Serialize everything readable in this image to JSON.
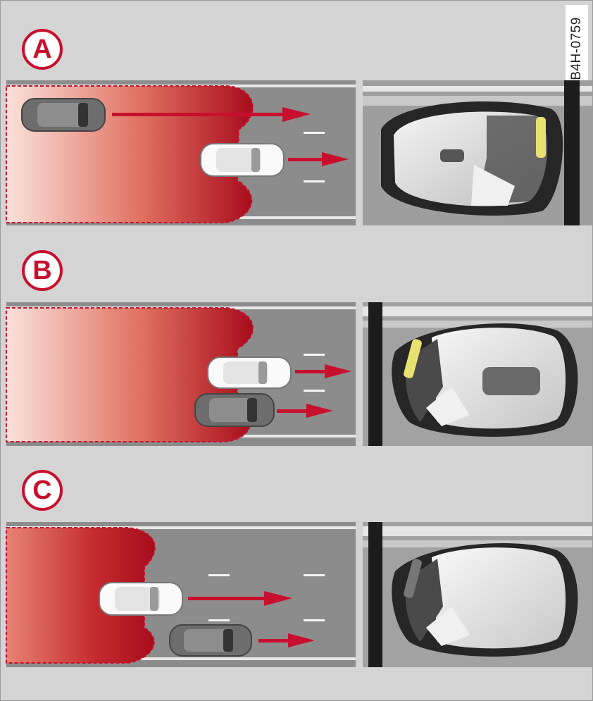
{
  "figure_code": "B4H-0759",
  "scenarios": [
    {
      "label": "A"
    },
    {
      "label": "B"
    },
    {
      "label": "C"
    }
  ],
  "colors": {
    "zone_red": "#b0101e",
    "zone_light": "#f7d0c4",
    "road": "#8a8a8a",
    "arrow": "#c8102e",
    "led_lit": "#e8e070",
    "led_off": "#777777"
  }
}
